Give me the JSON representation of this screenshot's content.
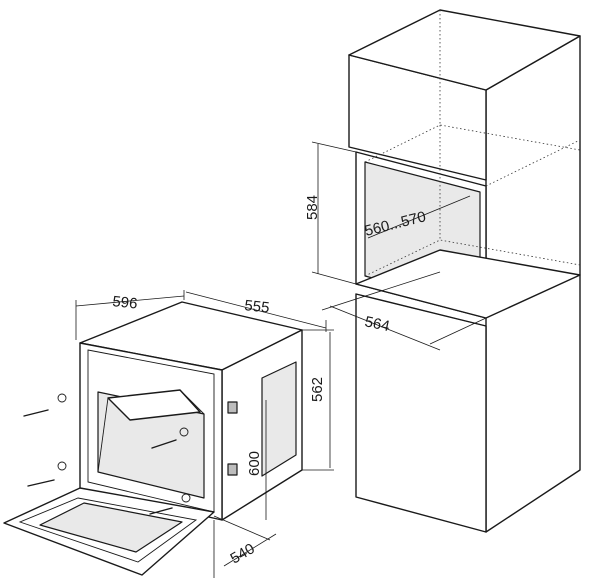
{
  "dimensions": {
    "cavity_height": "584",
    "cavity_width": "560...570",
    "cavity_depth": "564",
    "oven_width": "596",
    "oven_depth": "555",
    "oven_height": "562",
    "oven_body_height": "600",
    "oven_body_depth": "540"
  }
}
